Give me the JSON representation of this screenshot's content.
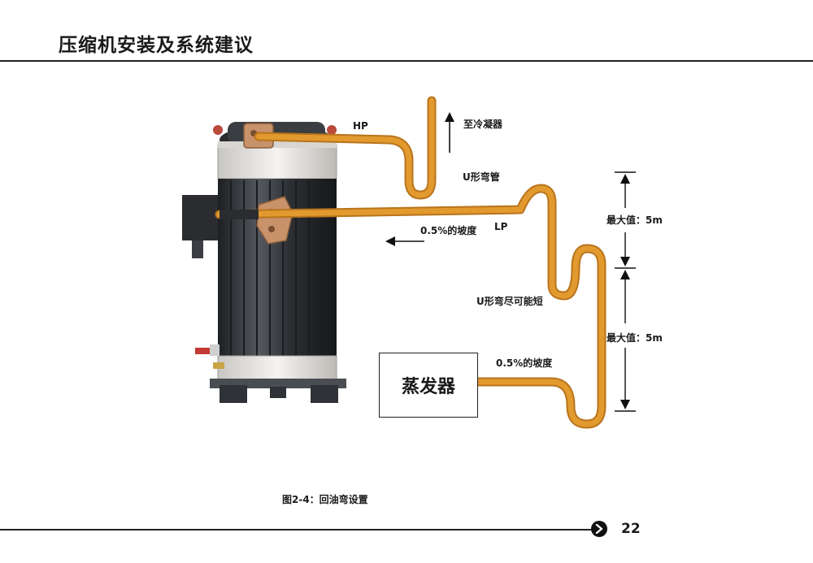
{
  "page": {
    "title": "压缩机安装及系统建议",
    "number": "22"
  },
  "figure": {
    "caption": "图2-4：回油弯设置",
    "labels": {
      "hp": "HP",
      "to_condenser": "至冷凝器",
      "u_bend": "U形弯管",
      "slope_1": "0.5%的坡度",
      "lp": "LP",
      "max_1": "最大值：5m",
      "u_bend_short": "U形弯尽可能短",
      "max_2": "最大值：5m",
      "slope_2": "0.5%的坡度"
    },
    "evaporator": "蒸发器"
  },
  "colors": {
    "pipe": "#e29a2f",
    "pipe_edge": "#b8741c",
    "compressor_body": "#3a3d42",
    "compressor_cap": "#e8e6e2"
  }
}
